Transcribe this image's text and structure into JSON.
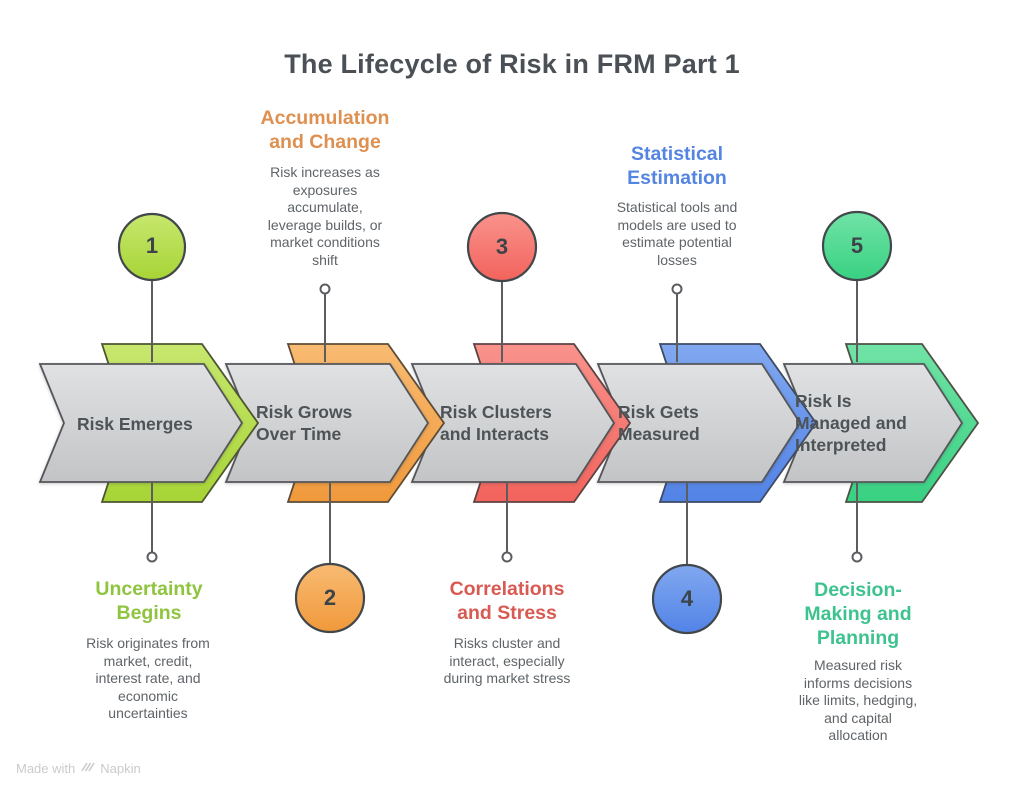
{
  "title": "The Lifecycle of Risk in FRM Part 1",
  "watermark": {
    "prefix": "Made with",
    "brand": "Napkin"
  },
  "colors": {
    "title_text": "#4a5055",
    "description_text": "#5f6468",
    "arrow_label_text": "#4d5356",
    "arrow_fill": "#d2d3d5",
    "connector_line": "#5b5d60",
    "stage_accents": [
      "#b5de4b",
      "#f3a159",
      "#f4766f",
      "#6596eb",
      "#4fd98e"
    ],
    "heading_colors": [
      "#8fc43f",
      "#de9050",
      "#d85a52",
      "#5585e2",
      "#3ec28f"
    ]
  },
  "stages": [
    {
      "number": "1",
      "arrow_label": "Risk Emerges",
      "heading": "Uncertainty\nBegins",
      "heading_position": "below",
      "description": "Risk originates from\nmarket, credit,\ninterest rate, and\neconomic\nuncertainties",
      "accent": "#b5de4b"
    },
    {
      "number": "2",
      "arrow_label": "Risk Grows\nOver Time",
      "heading": "Accumulation\nand Change",
      "heading_position": "above",
      "description": "Risk increases as\nexposures\naccumulate,\nleverage builds, or\nmarket conditions\nshift",
      "accent": "#f3a159"
    },
    {
      "number": "3",
      "arrow_label": "Risk Clusters\nand Interacts",
      "heading": "Correlations\nand Stress",
      "heading_position": "below",
      "description": "Risks cluster and\ninteract, especially\nduring market stress",
      "accent": "#f4766f"
    },
    {
      "number": "4",
      "arrow_label": "Risk Gets\nMeasured",
      "heading": "Statistical\nEstimation",
      "heading_position": "above",
      "description": "Statistical tools and\nmodels are used to\nestimate potential\nlosses",
      "accent": "#6596eb"
    },
    {
      "number": "5",
      "arrow_label": "Risk Is\nManaged and\nInterpreted",
      "heading": "Decision-\nMaking and\nPlanning",
      "heading_position": "below",
      "description": "Measured risk\ninforms decisions\nlike limits, hedging,\nand capital\nallocation",
      "accent": "#4fd98e"
    }
  ]
}
